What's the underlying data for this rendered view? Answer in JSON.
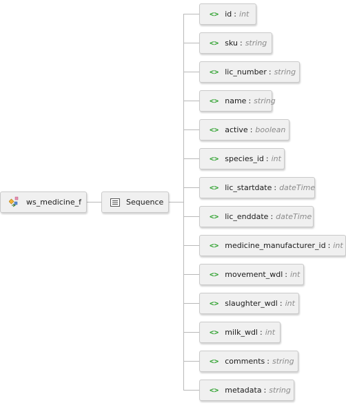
{
  "root": {
    "label": "ws_medicine_f",
    "icon": "element-group-icon"
  },
  "compositor": {
    "label": "Sequence",
    "icon": "sequence-icon"
  },
  "element_marker": "<>",
  "fields": [
    {
      "name": "id",
      "type": "int"
    },
    {
      "name": "sku",
      "type": "string"
    },
    {
      "name": "lic_number",
      "type": "string"
    },
    {
      "name": "name",
      "type": "string"
    },
    {
      "name": "active",
      "type": "boolean"
    },
    {
      "name": "species_id",
      "type": "int"
    },
    {
      "name": "lic_startdate",
      "type": "dateTime"
    },
    {
      "name": "lic_enddate",
      "type": "dateTime"
    },
    {
      "name": "medicine_manufacturer_id",
      "type": "int"
    },
    {
      "name": "movement_wdl",
      "type": "int"
    },
    {
      "name": "slaughter_wdl",
      "type": "int"
    },
    {
      "name": "milk_wdl",
      "type": "int"
    },
    {
      "name": "comments",
      "type": "string"
    },
    {
      "name": "metadata",
      "type": "string"
    }
  ]
}
